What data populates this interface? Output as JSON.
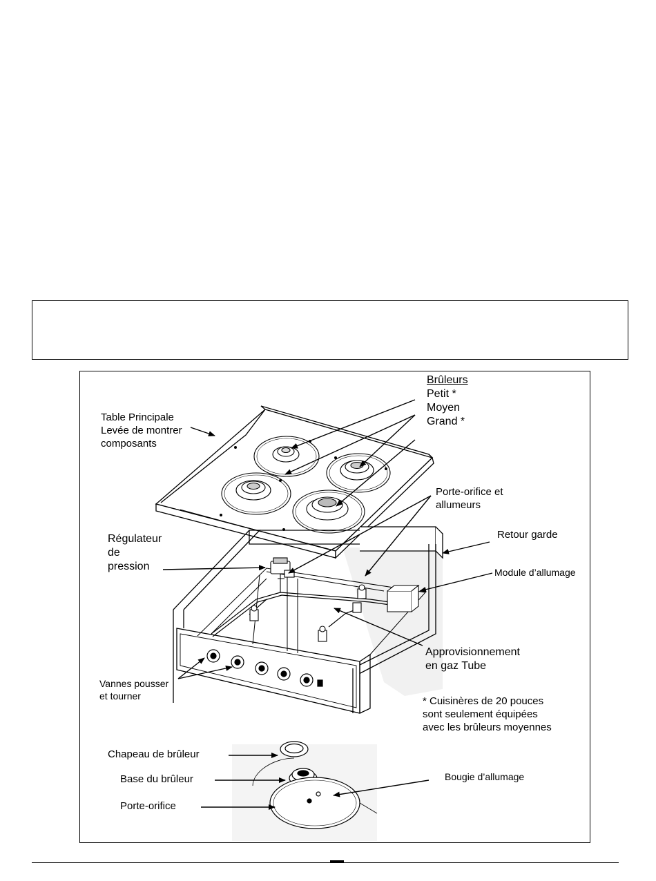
{
  "burners": {
    "title": "Brûleurs",
    "small": "Petit  *",
    "medium": "Moyen",
    "large": "Grand  *"
  },
  "table": {
    "line1": "Table Principale",
    "line2": "Levée de montrer",
    "line3": "composants"
  },
  "orifice_holder": {
    "line1": "Porte-orifice et",
    "line2": "allumeurs"
  },
  "retour_garde": "Retour garde",
  "regulator": {
    "line1": "Régulateur",
    "line2": "de",
    "line3": "pression"
  },
  "ignition_module": "Module d’allumage",
  "gas_supply": {
    "line1": "Approvisionnement",
    "line2": "en gaz Tube"
  },
  "valves": {
    "line1": "Vannes pousser",
    "line2": "et tourner"
  },
  "note": {
    "line1": "* Cuisinères de 20 pouces",
    "line2": "sont seulement équipées",
    "line3": "avec les brûleurs moyennes"
  },
  "burner_cap": "Chapeau de brûleur",
  "burner_base": "Base du brûleur",
  "orifice": "Porte-orifice",
  "spark_plug": "Bougie d’allumage"
}
